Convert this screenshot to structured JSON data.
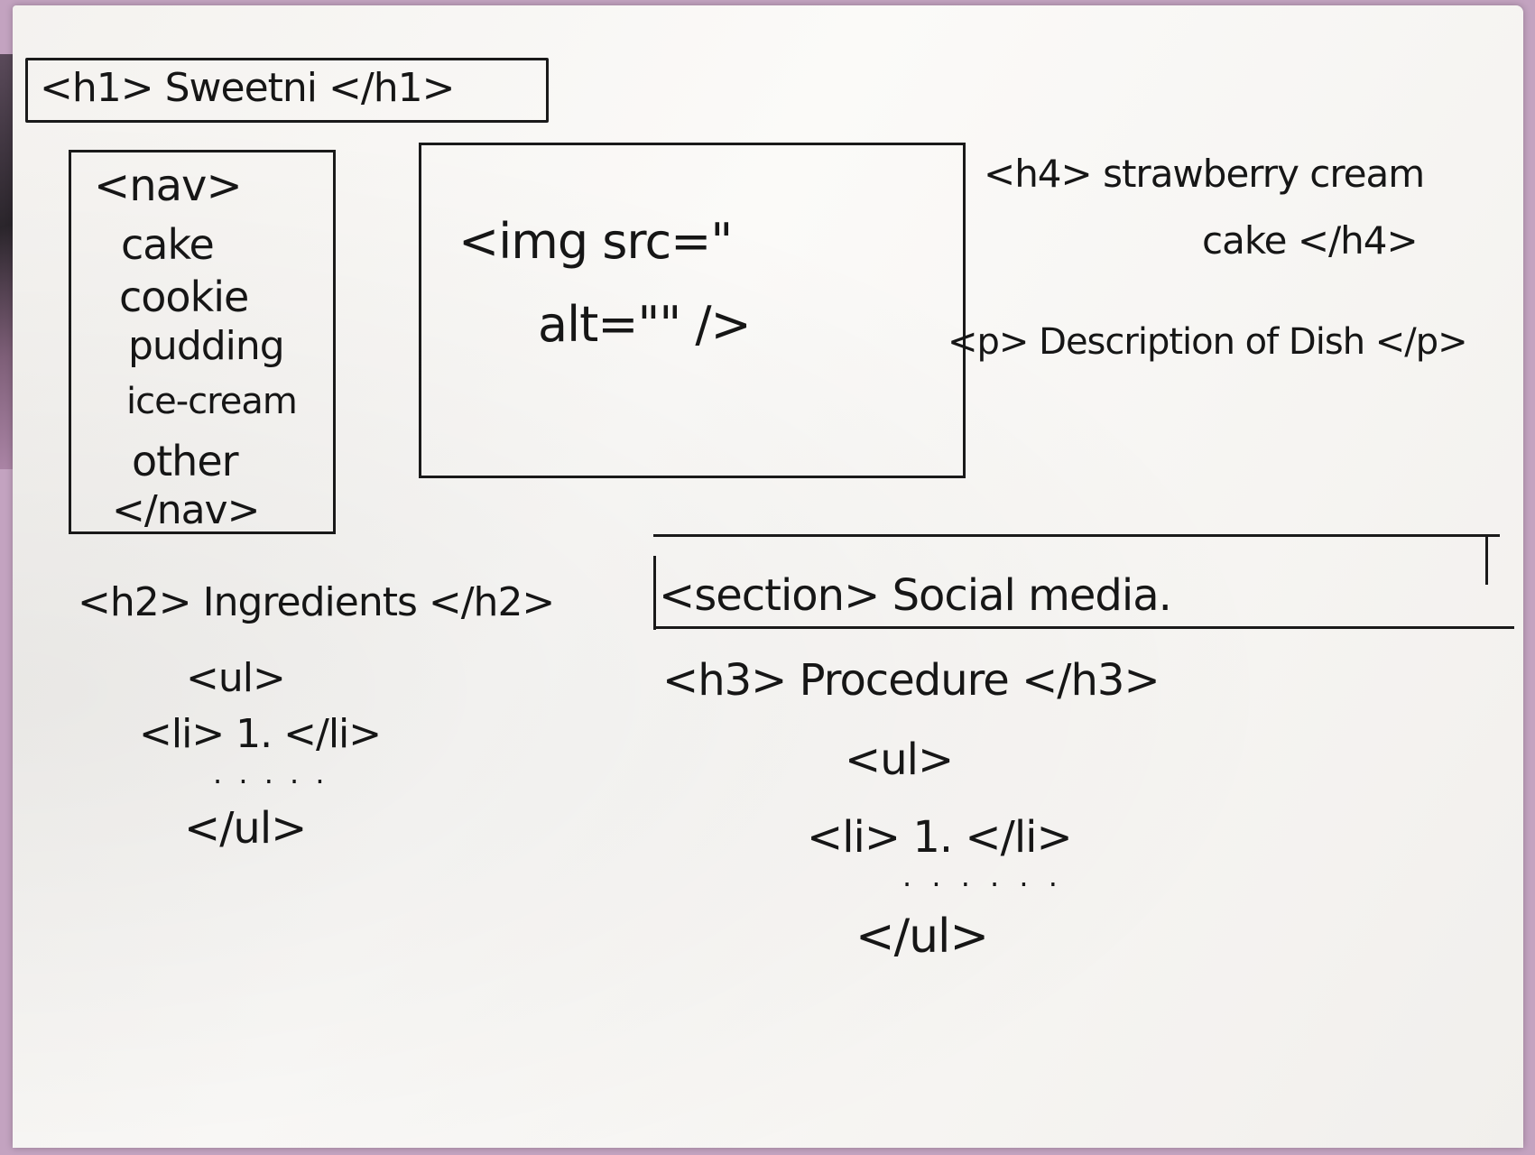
{
  "title": "<h1> Sweetni </h1>",
  "nav": {
    "open": "<nav>",
    "items": [
      "cake",
      "cookie",
      "pudding",
      "ice-cream",
      "other"
    ],
    "close": "</nav>"
  },
  "image": {
    "line1": "<img src=\"",
    "line2": "alt=\"\" />"
  },
  "dish": {
    "heading_line1": "<h4> strawberry cream",
    "heading_line2": "cake </h4>",
    "description": "<p> Description of Dish </p>"
  },
  "ingredients": {
    "heading": "<h2> Ingredients </h2>",
    "list_open": "<ul>",
    "item": "<li> 1. </li>",
    "dots": ". . . . .",
    "list_close": "</ul>"
  },
  "social": {
    "label": "<section> Social media."
  },
  "procedure": {
    "heading": "<h3> Procedure </h3>",
    "list_open": "<ul>",
    "item": "<li> 1. </li>",
    "dots": ". . . . . .",
    "list_close": "</ul>"
  }
}
